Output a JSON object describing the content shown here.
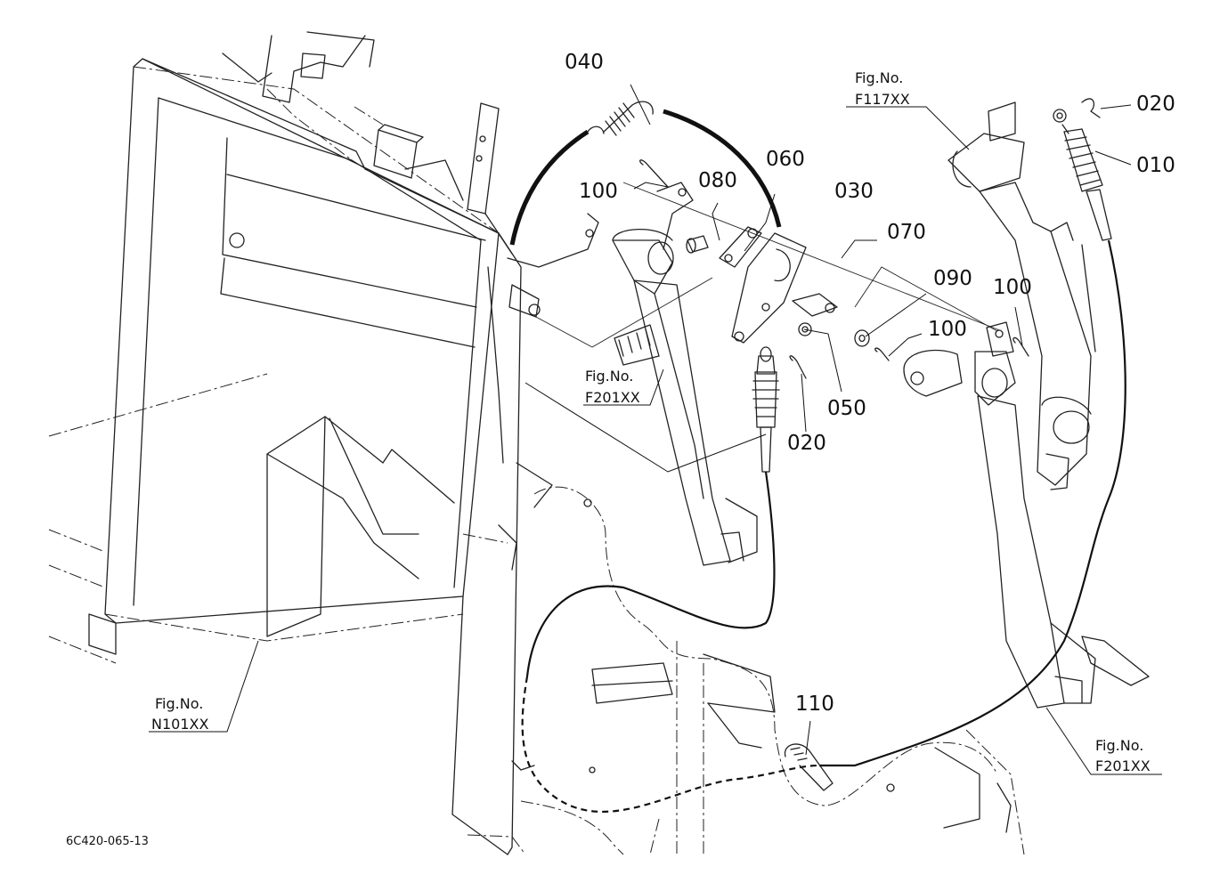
{
  "drawing": {
    "code": "6C420-065-13",
    "colors": {
      "ink": "#111111",
      "paper": "#ffffff"
    }
  },
  "parts": [
    {
      "id": "010",
      "label": "010"
    },
    {
      "id": "020a",
      "label": "020"
    },
    {
      "id": "020b",
      "label": "020"
    },
    {
      "id": "030",
      "label": "030"
    },
    {
      "id": "040",
      "label": "040"
    },
    {
      "id": "050",
      "label": "050"
    },
    {
      "id": "060",
      "label": "060"
    },
    {
      "id": "070",
      "label": "070"
    },
    {
      "id": "080",
      "label": "080"
    },
    {
      "id": "090",
      "label": "090"
    },
    {
      "id": "100a",
      "label": "100"
    },
    {
      "id": "100b",
      "label": "100"
    },
    {
      "id": "100c",
      "label": "100"
    },
    {
      "id": "110",
      "label": "110"
    }
  ],
  "figure_refs": [
    {
      "prefix": "Fig.No.",
      "number": "F117XX"
    },
    {
      "prefix": "Fig.No.",
      "number": "F201XX"
    },
    {
      "prefix": "Fig.No.",
      "number": "N101XX"
    },
    {
      "prefix": "Fig.No.",
      "number": "F201XX"
    }
  ]
}
